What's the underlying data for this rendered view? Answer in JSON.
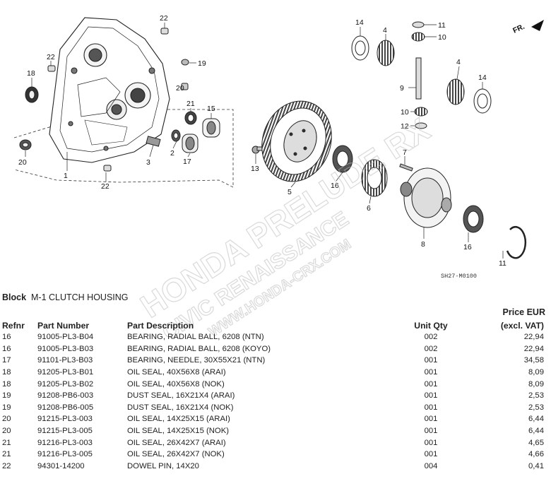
{
  "diagram": {
    "direction_label": "FR.",
    "figure_code": "SH27-M0100",
    "callouts": [
      "1",
      "2",
      "3",
      "4",
      "4",
      "5",
      "6",
      "7",
      "8",
      "9",
      "10",
      "10",
      "11",
      "11",
      "12",
      "13",
      "14",
      "14",
      "15",
      "16",
      "16",
      "17",
      "18",
      "19",
      "20",
      "21",
      "22",
      "22",
      "22"
    ]
  },
  "watermark": {
    "line1": "HONDA PRELUDE RX",
    "line2": "CIVIC RENAISSANCE",
    "line3": "WWW.HONDA-CRX.COM"
  },
  "block": {
    "label": "Block",
    "name": "M-1 CLUTCH HOUSING"
  },
  "table": {
    "headers": {
      "ref": "Refnr",
      "part_number": "Part Number",
      "description": "Part Description",
      "qty": "Unit Qty",
      "price_line1": "Price EUR",
      "price_line2": "(excl. VAT)"
    },
    "rows": [
      {
        "ref": "16",
        "pn": "91005-PL3-B04",
        "desc": "BEARING, RADIAL BALL, 6208 (NTN)",
        "qty": "002",
        "price": "22,94"
      },
      {
        "ref": "16",
        "pn": "91005-PL3-B03",
        "desc": "BEARING, RADIAL BALL, 6208 (KOYO)",
        "qty": "002",
        "price": "22,94"
      },
      {
        "ref": "17",
        "pn": "91101-PL3-B03",
        "desc": "BEARING, NEEDLE, 30X55X21 (NTN)",
        "qty": "001",
        "price": "34,58"
      },
      {
        "ref": "18",
        "pn": "91205-PL3-B01",
        "desc": "OIL SEAL, 40X56X8 (ARAI)",
        "qty": "001",
        "price": "8,09"
      },
      {
        "ref": "18",
        "pn": "91205-PL3-B02",
        "desc": "OIL SEAL, 40X56X8 (NOK)",
        "qty": "001",
        "price": "8,09"
      },
      {
        "ref": "19",
        "pn": "91208-PB6-003",
        "desc": "DUST SEAL, 16X21X4 (ARAI)",
        "qty": "001",
        "price": "2,53"
      },
      {
        "ref": "19",
        "pn": "91208-PB6-005",
        "desc": "DUST SEAL, 16X21X4 (NOK)",
        "qty": "001",
        "price": "2,53"
      },
      {
        "ref": "20",
        "pn": "91215-PL3-003",
        "desc": "OIL SEAL, 14X25X15 (ARAI)",
        "qty": "001",
        "price": "6,44"
      },
      {
        "ref": "20",
        "pn": "91215-PL3-005",
        "desc": "OIL SEAL, 14X25X15 (NOK)",
        "qty": "001",
        "price": "6,44"
      },
      {
        "ref": "21",
        "pn": "91216-PL3-003",
        "desc": "OIL SEAL, 26X42X7 (ARAI)",
        "qty": "001",
        "price": "4,65"
      },
      {
        "ref": "21",
        "pn": "91216-PL3-005",
        "desc": "OIL SEAL, 26X42X7 (NOK)",
        "qty": "001",
        "price": "4,66"
      },
      {
        "ref": "22",
        "pn": "94301-14200",
        "desc": "DOWEL PIN, 14X20",
        "qty": "004",
        "price": "0,41"
      }
    ]
  }
}
